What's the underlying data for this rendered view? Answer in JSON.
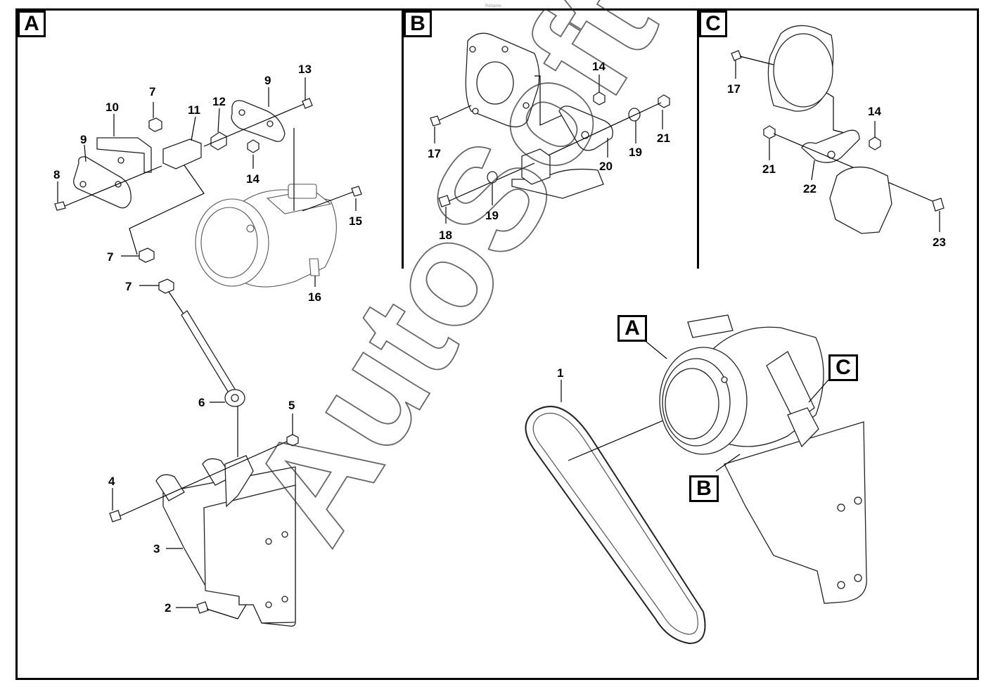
{
  "header_text": "Rename",
  "watermark": "AutoSoft",
  "panels": {
    "a": {
      "tag": "A"
    },
    "b": {
      "tag": "B"
    },
    "c": {
      "tag": "C"
    }
  },
  "overview_tags": {
    "a": "A",
    "b": "B",
    "c": "C"
  },
  "labels": {
    "p1": "1",
    "p2": "2",
    "p3": "3",
    "p4": "4",
    "p5": "5",
    "p6": "6",
    "p7a": "7",
    "p7b": "7",
    "p7c": "7",
    "p8": "8",
    "p9a": "9",
    "p9b": "9",
    "p10": "10",
    "p11": "11",
    "p12": "12",
    "p13": "13",
    "p14a": "14",
    "p14b": "14",
    "p14c": "14",
    "p15": "15",
    "p16": "16",
    "p17b": "17",
    "p17c": "17",
    "p18": "18",
    "p19a": "19",
    "p19b": "19",
    "p20": "20",
    "p21b": "21",
    "p21c": "21",
    "p22": "22",
    "p23": "23"
  }
}
